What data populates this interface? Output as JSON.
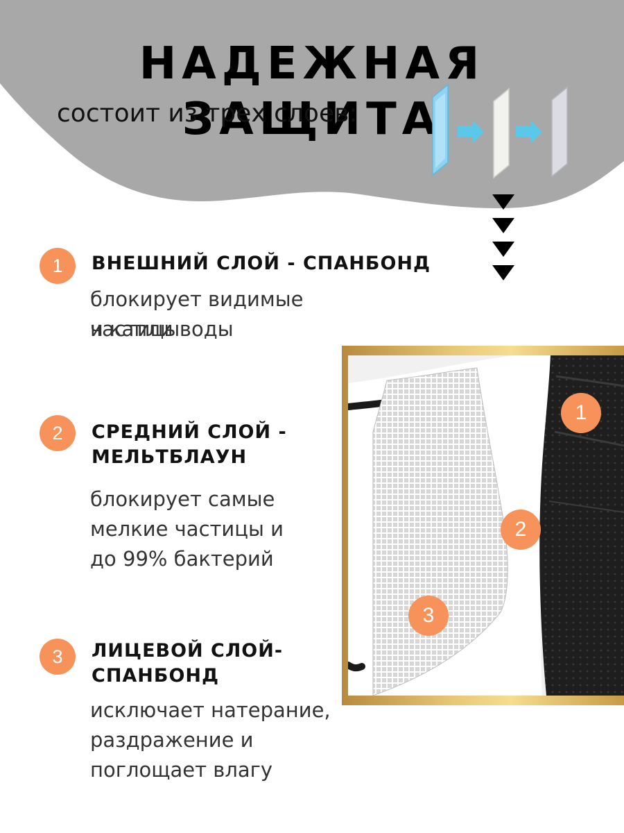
{
  "header": {
    "title": "НАДЕЖНАЯ ЗАЩИТА",
    "subtitle": "состоит из трех слоев:"
  },
  "colors": {
    "accent": "#f7935a",
    "header_bg": "#a8a8a8",
    "arrow": "#5bc8ea",
    "frame_gold": "#e8c877"
  },
  "items": [
    {
      "number": "1",
      "heading": "ВНЕШНИЙ СЛОЙ - СПАНБОНД",
      "description_lines": [
        "блокирует видимые частицы",
        "и капли воды"
      ]
    },
    {
      "number": "2",
      "heading_lines": [
        "СРЕДНИЙ СЛОЙ -",
        "МЕЛЬТБЛАУН"
      ],
      "description_lines": [
        "блокирует самые",
        "мелкие частицы и",
        "до 99% бактерий"
      ]
    },
    {
      "number": "3",
      "heading_lines": [
        "ЛИЦЕВОЙ СЛОЙ-",
        "СПАНБОНД"
      ],
      "description_lines": [
        "исключает натерание,",
        "раздражение и",
        "поглощает влагу"
      ]
    }
  ],
  "photo": {
    "badges": [
      "1",
      "2",
      "3"
    ]
  }
}
